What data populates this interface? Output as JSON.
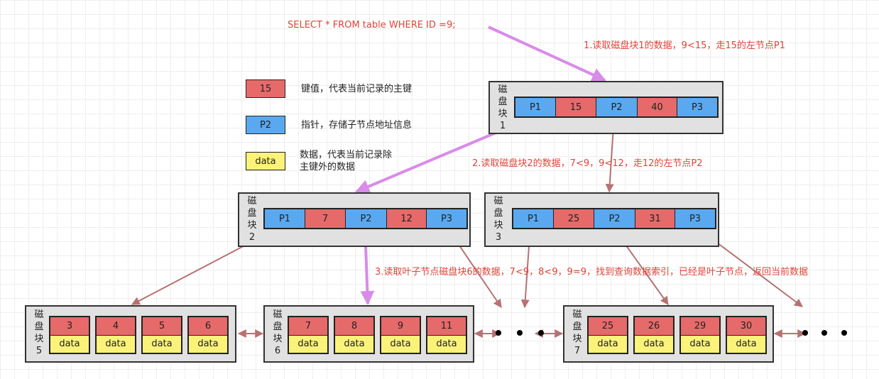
{
  "query": "SELECT * FROM table WHERE ID =9;",
  "steps": [
    "1.读取磁盘块1的数据，9<15，走15的左节点P1",
    "2.读取磁盘块2的数据，7<9，9<12，走12的左节点P2",
    "3.读取叶子节点磁盘块6的数据，7<9，8<9，9=9，找到查询数据索引，已经是叶子节点，返回当前数据"
  ],
  "legend": {
    "key_sample": "15",
    "key_desc": "键值，代表当前记录的主键",
    "pointer_sample": "P2",
    "pointer_desc": "指针，存储子节点地址信息",
    "data_sample": "data",
    "data_desc_line1": "数据，代表当前记录除",
    "data_desc_line2": "主键外的数据"
  },
  "blocks": {
    "b1": {
      "label": [
        "磁",
        "盘",
        "块",
        "1"
      ],
      "cells": [
        "P1",
        "15",
        "P2",
        "40",
        "P3"
      ]
    },
    "b2": {
      "label": [
        "磁",
        "盘",
        "块",
        "2"
      ],
      "cells": [
        "P1",
        "7",
        "P2",
        "12",
        "P3"
      ]
    },
    "b3": {
      "label": [
        "磁",
        "盘",
        "块",
        "3"
      ],
      "cells": [
        "P1",
        "25",
        "P2",
        "31",
        "P3"
      ]
    },
    "b5": {
      "label": [
        "磁",
        "盘",
        "块",
        "5"
      ],
      "keys": [
        "3",
        "4",
        "5",
        "6"
      ],
      "data": [
        "data",
        "data",
        "data",
        "data"
      ]
    },
    "b6": {
      "label": [
        "磁",
        "盘",
        "块",
        "6"
      ],
      "keys": [
        "7",
        "8",
        "9",
        "11"
      ],
      "data": [
        "data",
        "data",
        "data",
        "data"
      ]
    },
    "b7": {
      "label": [
        "磁",
        "盘",
        "块",
        "7"
      ],
      "keys": [
        "25",
        "26",
        "29",
        "30"
      ],
      "data": [
        "data",
        "data",
        "data",
        "data"
      ]
    }
  },
  "colors": {
    "key": "#e66a6a",
    "pointer": "#5aa9f0",
    "data": "#fbf27a",
    "search_arrow": "#d98be8",
    "tree_arrow": "#b67272",
    "annotation": "#e0453a"
  }
}
